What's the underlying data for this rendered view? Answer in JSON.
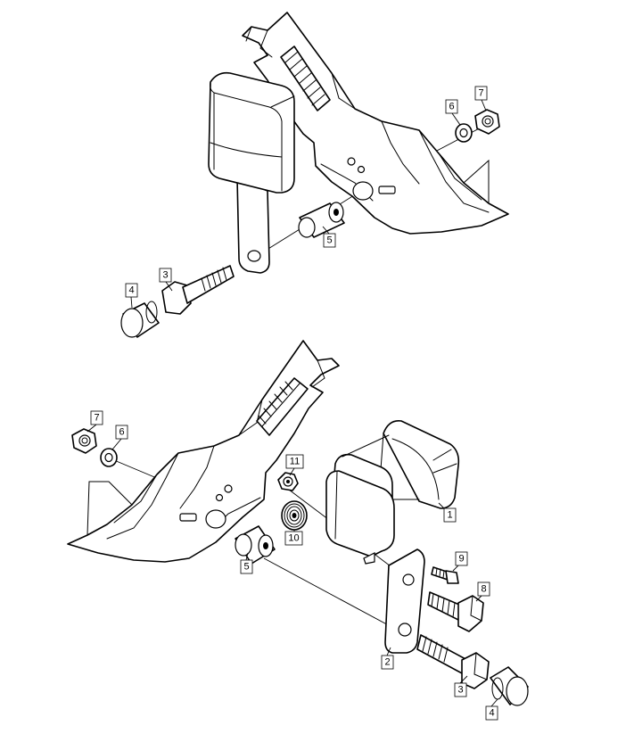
{
  "callouts": {
    "top": {
      "p3": "3",
      "p4": "4",
      "p5": "5",
      "p6": "6",
      "p7": "7"
    },
    "bottom": {
      "p1": "1",
      "p2": "2",
      "p3": "3",
      "p4": "4",
      "p5": "5",
      "p6": "6",
      "p7": "7",
      "p8": "8",
      "p9": "9",
      "p10": "10",
      "p11": "11"
    }
  }
}
